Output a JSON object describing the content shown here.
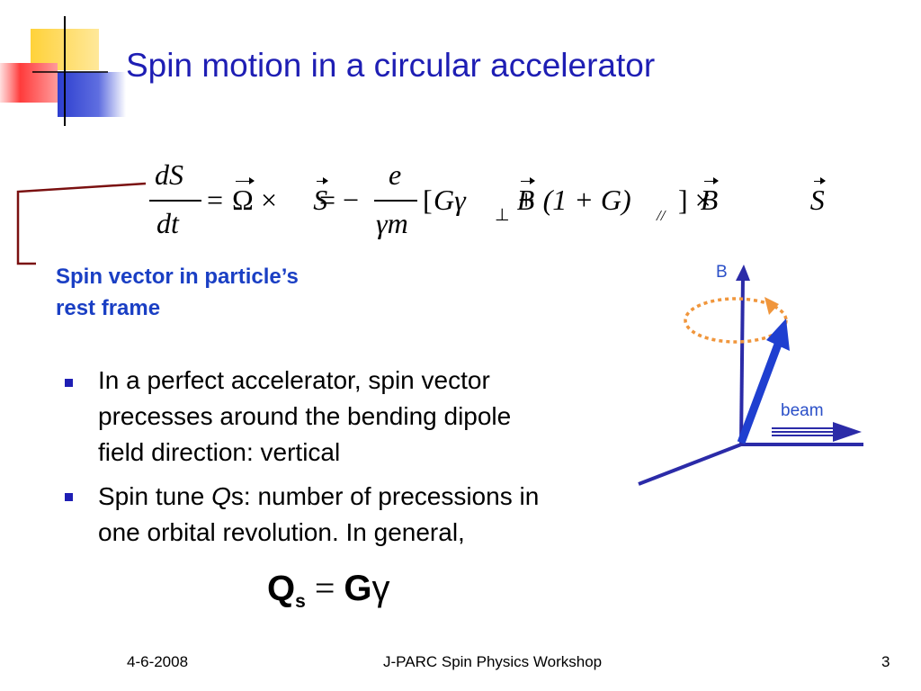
{
  "title": "Spin motion in a circular accelerator",
  "equation": {
    "lhs_num": "dS",
    "lhs_den": "dt",
    "eq1": "=",
    "omega": "Ω",
    "times": "×",
    "S": "S",
    "eq2": "= −",
    "frac2_num": "e",
    "frac2_den": "γm",
    "bracket_open": "[",
    "G_gamma": "Gγ",
    "B": "B",
    "perp": "⊥",
    "plus_group": "+ (1 + G)",
    "par": "//",
    "bracket_close": "] ×",
    "S2": "S"
  },
  "caption": [
    "Spin vector in particle’s",
    "rest frame"
  ],
  "bullets": [
    [
      "In a perfect accelerator, spin vector",
      "precesses around the bending dipole",
      "field direction: vertical"
    ],
    {
      "pre": "Spin tune ",
      "italic": "Q",
      "post": "s: number of precessions in",
      "line2": "one orbital revolution. In general,"
    }
  ],
  "formula": {
    "Q": "Q",
    "sub": "s",
    "eq": " = ",
    "G": "G",
    "gamma": "γ"
  },
  "diagram": {
    "B_label": "B",
    "beam_label": "beam",
    "colors": {
      "axes": "#2b2ba8",
      "spin": "#1f3fd0",
      "orbit": "#f0963c",
      "label": "#2b50c8"
    }
  },
  "footer": {
    "date": "4-6-2008",
    "center": "J-PARC Spin Physics Workshop",
    "page": "3"
  }
}
